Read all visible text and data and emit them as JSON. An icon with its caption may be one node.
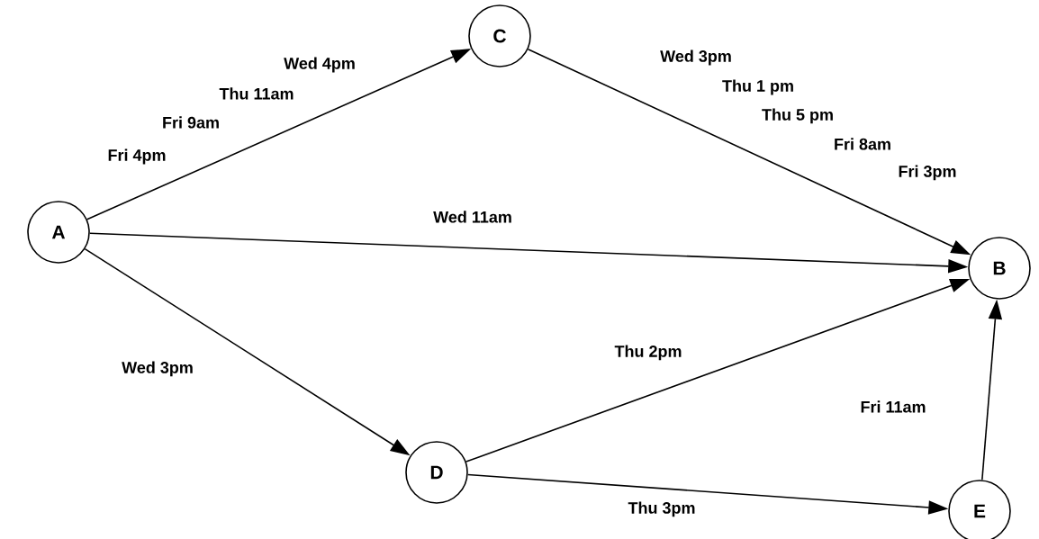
{
  "diagram": {
    "nodes": [
      {
        "text": [
          "A"
        ]
      },
      {
        "text": [
          "C"
        ]
      },
      {
        "text": [
          "B"
        ]
      },
      {
        "text": [
          "D"
        ]
      },
      {
        "text": [
          "E"
        ]
      }
    ],
    "edges": [
      {
        "from": 0,
        "to": 1,
        "arrow": "to"
      },
      {
        "from": 1,
        "to": 2,
        "arrow": "to"
      },
      {
        "from": 0,
        "to": 2,
        "arrow": "to",
        "label": "Wed 11am"
      },
      {
        "from": 0,
        "to": 3,
        "arrow": "to",
        "label": "Wed 3pm"
      },
      {
        "from": 3,
        "to": 2,
        "arrow": "to",
        "label": "Thu 2pm"
      },
      {
        "from": 3,
        "to": 4,
        "arrow": "to",
        "label": "Thu 3pm"
      },
      {
        "from": 4,
        "to": 2,
        "arrow": "to",
        "label": "Fri 11am"
      }
    ],
    "labels": [
      "Wed 4pm",
      "Wed 3pm",
      "Thu 1 pm",
      "Thu 11am",
      "Thu 5 pm",
      "Fri 9am",
      "Fri 8am",
      "Fri 4pm",
      "Fri 3pm"
    ]
  }
}
